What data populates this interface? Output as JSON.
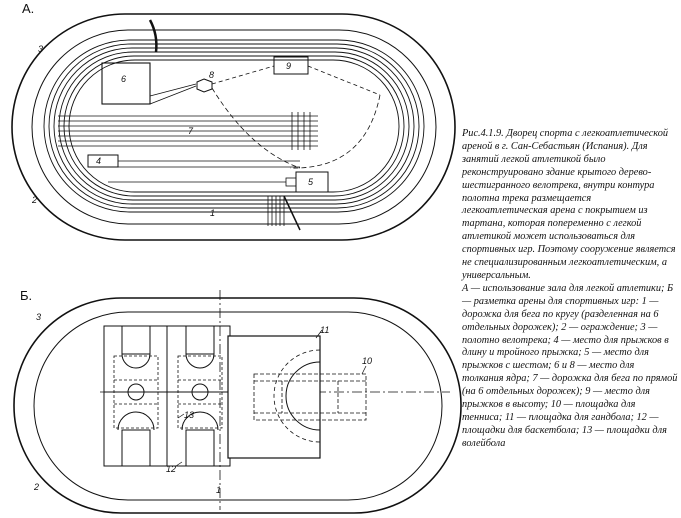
{
  "panels": {
    "a": {
      "letter": "А."
    },
    "b": {
      "letter": "Б."
    }
  },
  "labels_a": {
    "l1": "1",
    "l2": "2",
    "l3": "3",
    "l4": "4",
    "l5": "5",
    "l6": "6",
    "l7": "7",
    "l8": "8",
    "l9": "9"
  },
  "labels_b": {
    "l1": "1",
    "l2": "2",
    "l3": "3",
    "l10": "10",
    "l11": "11",
    "l12": "12",
    "l13": "13"
  },
  "caption": {
    "title": "Рис.4.1.9. Дворец спорта с легкоатлетической ареной в г. Сан-Себастьян (Испания). Для занятий легкой атлетикой было реконструировано здание крытого дерево-шестигранного велотрека, внутри контура полотна трека размещается легкоатлетическая арена с покрытием из тартана, которая попеременно с легкой атлетикой может использоваться для спортивных игр. Поэтому сооружение является не специализированным легкоатлетическим, а универсальным.",
    "legend": "А — использование зала для легкой атлетики; Б — разметка арены для спортивных игр: 1 — дорожка для бега по кругу (разделенная на 6 отдельных дорожек); 2 — ограждение; 3 — полотно велотрека; 4 — место для прыжков в длину и тройного прыжка; 5 — место для прыжков с шестом; 6 и 8 — место для толкания ядра; 7 — дорожка для бега по прямой (на 6 отдельных дорожек); 9 — место для прыжков в высоту; 10 — площадка для тенниса; 11 — площадка для гандбола; 12 — площадки для баскетбола; 13 — площадки для волейбола"
  }
}
